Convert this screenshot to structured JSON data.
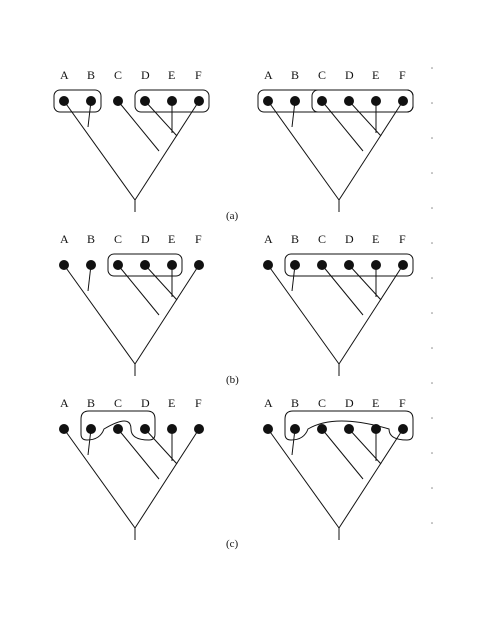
{
  "figure": {
    "panel_captions": [
      "(a)",
      "(b)",
      "(c)"
    ],
    "taxa": [
      "A",
      "B",
      "C",
      "D",
      "E",
      "F"
    ],
    "colors": {
      "ink": "#111111",
      "background": "#ffffff"
    }
  }
}
